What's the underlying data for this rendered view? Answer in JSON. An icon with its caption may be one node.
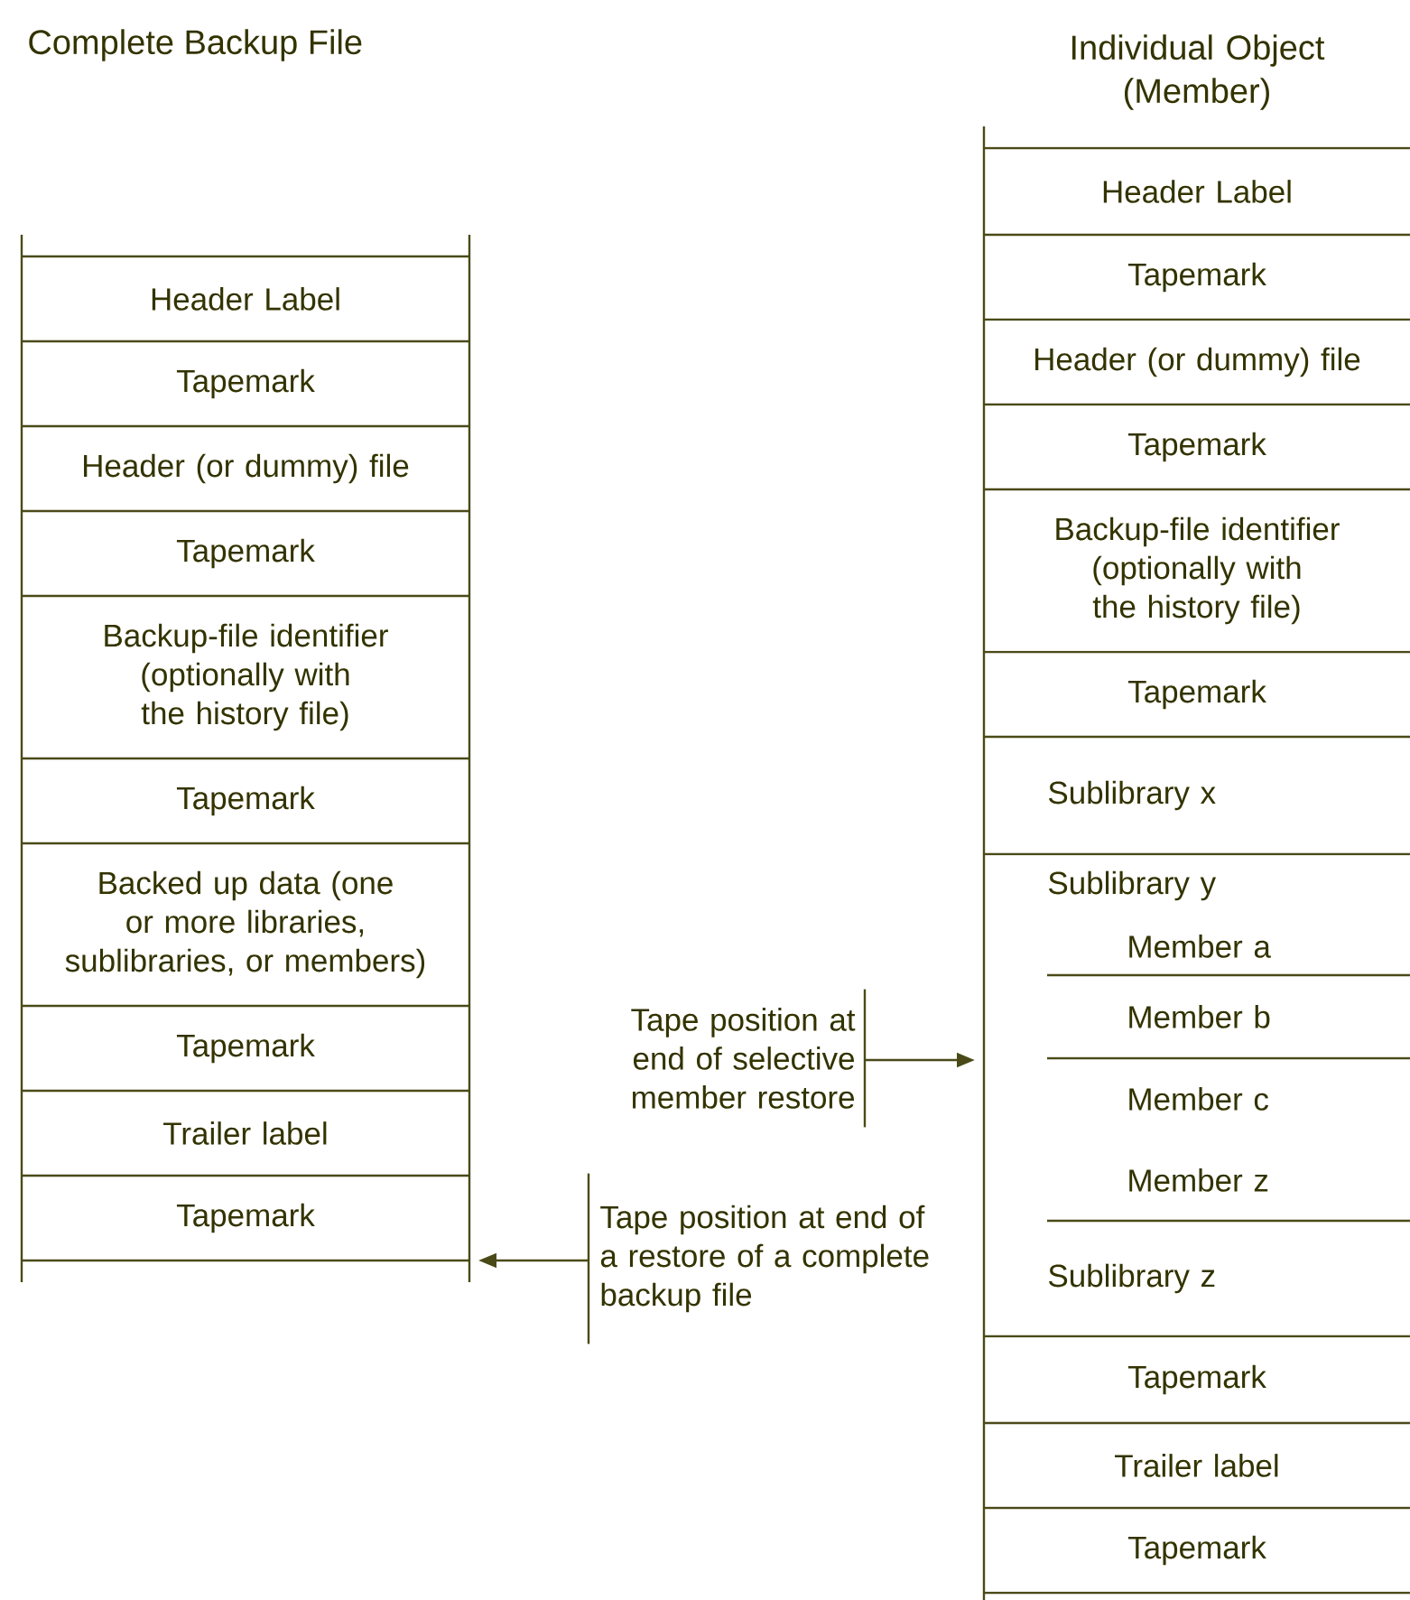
{
  "diagram": {
    "nodes": [
      {
        "text": [
          "Header Label"
        ]
      },
      {
        "text": [
          "Tapemark"
        ]
      },
      {
        "text": [
          "Header (or dummy) file"
        ]
      },
      {
        "text": [
          "Tapemark"
        ]
      },
      {
        "text": [
          "Backup-file identifier (optionally with the history file)"
        ]
      },
      {
        "text": [
          "Tapemark"
        ]
      },
      {
        "text": [
          "Backed up data (one or more libraries, sublibraries, or members)"
        ]
      },
      {
        "text": [
          "Tapemark"
        ]
      },
      {
        "text": [
          "Trailer label"
        ]
      },
      {
        "text": [
          "Tapemark"
        ]
      },
      {
        "text": [
          "Header Label"
        ]
      },
      {
        "text": [
          "Tapemark"
        ]
      },
      {
        "text": [
          "Header (or dummy) file"
        ]
      },
      {
        "text": [
          "Tapemark"
        ]
      },
      {
        "text": [
          "Backup-file identifier (optionally with the history file)"
        ]
      },
      {
        "text": [
          "Tapemark"
        ]
      },
      {
        "text": [
          "Sublibrary x"
        ]
      },
      {
        "text": [
          "Sublibrary y"
        ]
      },
      {
        "text": [
          "Member a"
        ]
      },
      {
        "text": [
          "Member b"
        ]
      },
      {
        "text": [
          "Member c"
        ]
      },
      {
        "text": [
          "Member z"
        ]
      },
      {
        "text": [
          "Sublibrary z"
        ]
      },
      {
        "text": [
          "Tapemark"
        ]
      },
      {
        "text": [
          "Trailer label"
        ]
      },
      {
        "text": [
          "Tapemark"
        ]
      },
      {
        "text": [
          "Tape position at end of selective member restore"
        ]
      },
      {
        "text": [
          "Tape position at end of a restore of a complete backup file"
        ]
      }
    ],
    "edges": [
      {
        "from": 26,
        "to": null,
        "arrow": "to"
      },
      {
        "from": 27,
        "to": null,
        "arrow": "to"
      }
    ],
    "labels": [
      "Complete Backup File",
      "Individual Object (Member)"
    ]
  }
}
